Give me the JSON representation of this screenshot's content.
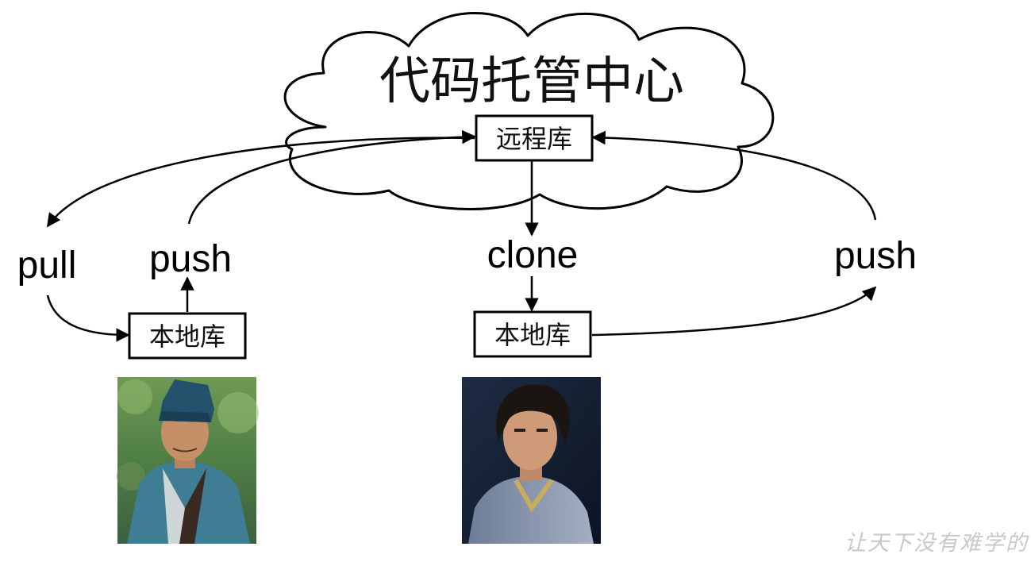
{
  "cloud": {
    "title": "代码托管中心",
    "icon": "cloud-icon"
  },
  "nodes": {
    "remote_repo": "远程库",
    "local_repo_left": "本地库",
    "local_repo_right": "本地库"
  },
  "actions": {
    "pull_left": "pull",
    "push_left": "push",
    "clone_center": "clone",
    "push_right": "push"
  },
  "people": {
    "left": "person-in-blue-hat-photo",
    "right": "person-in-grey-robe-photo"
  },
  "watermark": "让天下没有难学的"
}
